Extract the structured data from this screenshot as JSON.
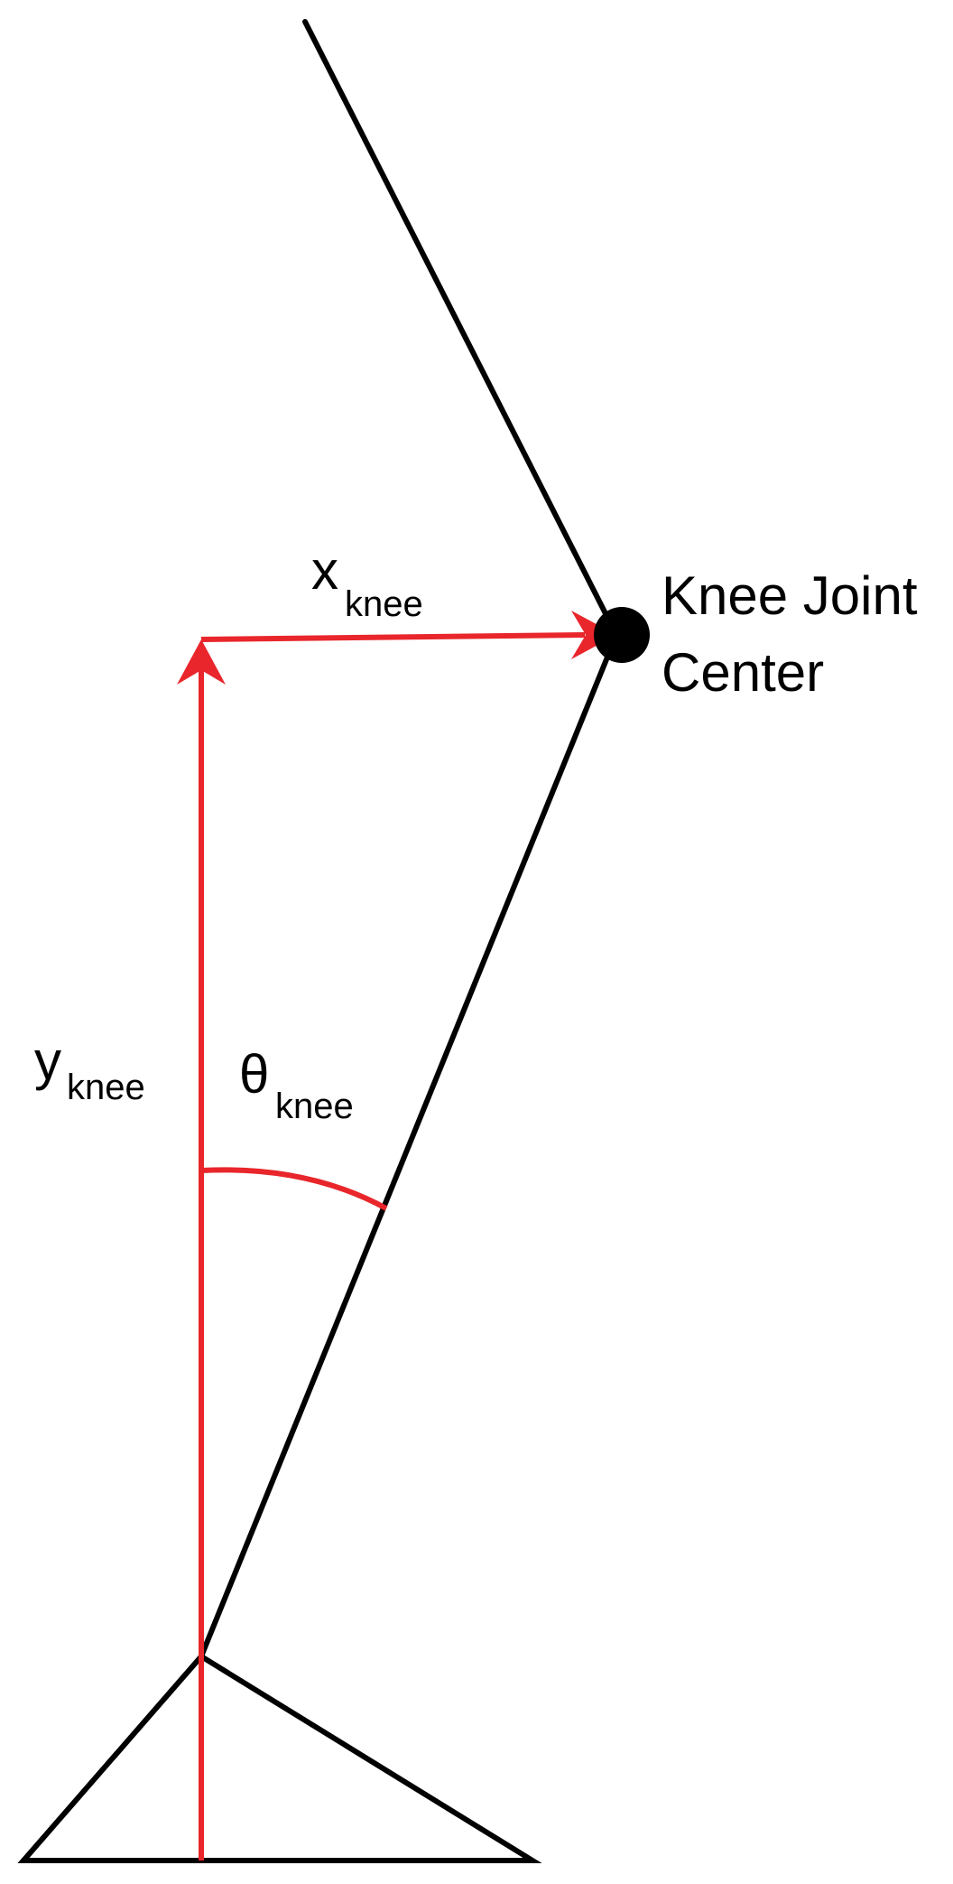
{
  "colors": {
    "background": "#ffffff",
    "structure": "#000000",
    "annotation": "#e8262b"
  },
  "labels": {
    "knee_joint_center": {
      "line1": "Knee Joint",
      "line2": "Center"
    },
    "x_knee": {
      "base": "x",
      "subscript": "knee"
    },
    "y_knee": {
      "base": "y",
      "subscript": "knee"
    },
    "theta_knee": {
      "base": "θ",
      "subscript": "knee"
    }
  },
  "icons": {
    "knee_joint": "filled-circle-icon",
    "x_arrowhead": "arrowhead-right-icon",
    "y_arrowhead": "arrowhead-up-icon"
  }
}
